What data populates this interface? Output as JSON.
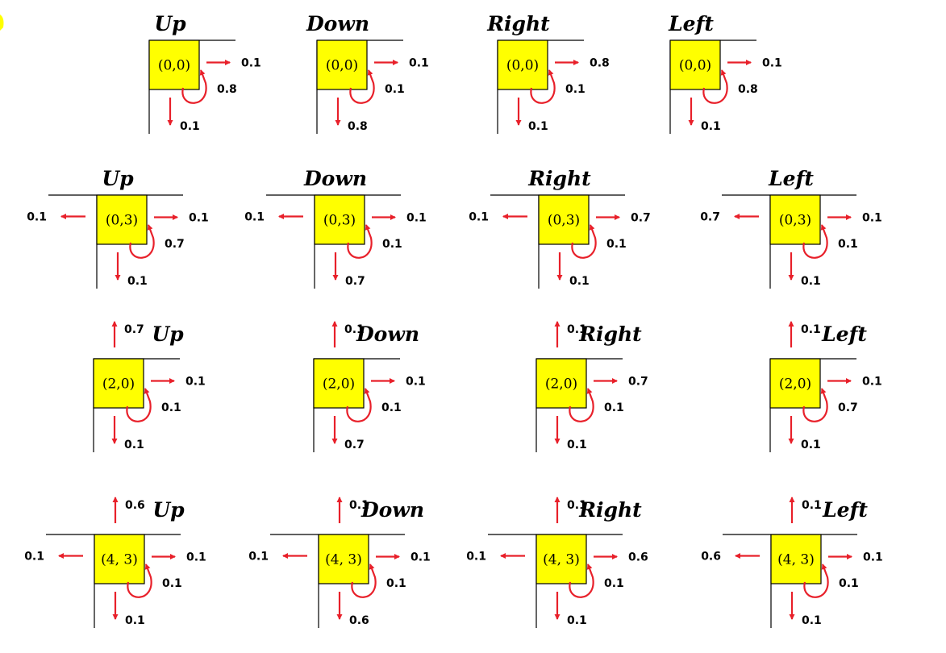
{
  "colors": {
    "cell_fill": "#ffff00",
    "cell_stroke": "#000000",
    "wall": "#000000",
    "arrow": "#e8202a",
    "text": "#000000",
    "corner_mark": "#ffff00"
  },
  "rows": [
    {
      "state": "(0,0)",
      "walls": [
        "top",
        "left"
      ],
      "panels": [
        {
          "action": "Up",
          "stay": "0.8",
          "right": "0.1",
          "down": "0.1"
        },
        {
          "action": "Down",
          "stay": "0.1",
          "right": "0.1",
          "down": "0.8"
        },
        {
          "action": "Right",
          "stay": "0.1",
          "right": "0.8",
          "down": "0.1"
        },
        {
          "action": "Left",
          "stay": "0.8",
          "right": "0.1",
          "down": "0.1"
        }
      ]
    },
    {
      "state": "(0,3)",
      "walls": [
        "top",
        "left"
      ],
      "panels": [
        {
          "action": "Up",
          "left": "0.1",
          "right": "0.1",
          "stay": "0.7",
          "down": "0.1"
        },
        {
          "action": "Down",
          "left": "0.1",
          "right": "0.1",
          "stay": "0.1",
          "down": "0.7"
        },
        {
          "action": "Right",
          "left": "0.1",
          "right": "0.7",
          "stay": "0.1",
          "down": "0.1"
        },
        {
          "action": "Left",
          "left": "0.7",
          "right": "0.1",
          "stay": "0.1",
          "down": "0.1"
        }
      ]
    },
    {
      "state": "(2,0)",
      "walls": [
        "top",
        "left"
      ],
      "panels": [
        {
          "action": "Up",
          "up": "0.7",
          "right": "0.1",
          "stay": "0.1",
          "down": "0.1"
        },
        {
          "action": "Down",
          "up": "0.1",
          "right": "0.1",
          "stay": "0.1",
          "down": "0.7"
        },
        {
          "action": "Right",
          "up": "0.1",
          "right": "0.7",
          "stay": "0.1",
          "down": "0.1"
        },
        {
          "action": "Left",
          "up": "0.1",
          "right": "0.1",
          "stay": "0.7",
          "down": "0.1"
        }
      ]
    },
    {
      "state": "(4, 3)",
      "walls": [
        "top",
        "left"
      ],
      "panels": [
        {
          "action": "Up",
          "up": "0.6",
          "left": "0.1",
          "right": "0.1",
          "stay": "0.1",
          "down": "0.1"
        },
        {
          "action": "Down",
          "up": "0.1",
          "left": "0.1",
          "right": "0.1",
          "stay": "0.1",
          "down": "0.6"
        },
        {
          "action": "Right",
          "up": "0.1",
          "left": "0.1",
          "right": "0.6",
          "stay": "0.1",
          "down": "0.1"
        },
        {
          "action": "Left",
          "up": "0.1",
          "left": "0.6",
          "right": "0.1",
          "stay": "0.1",
          "down": "0.1"
        }
      ]
    }
  ]
}
